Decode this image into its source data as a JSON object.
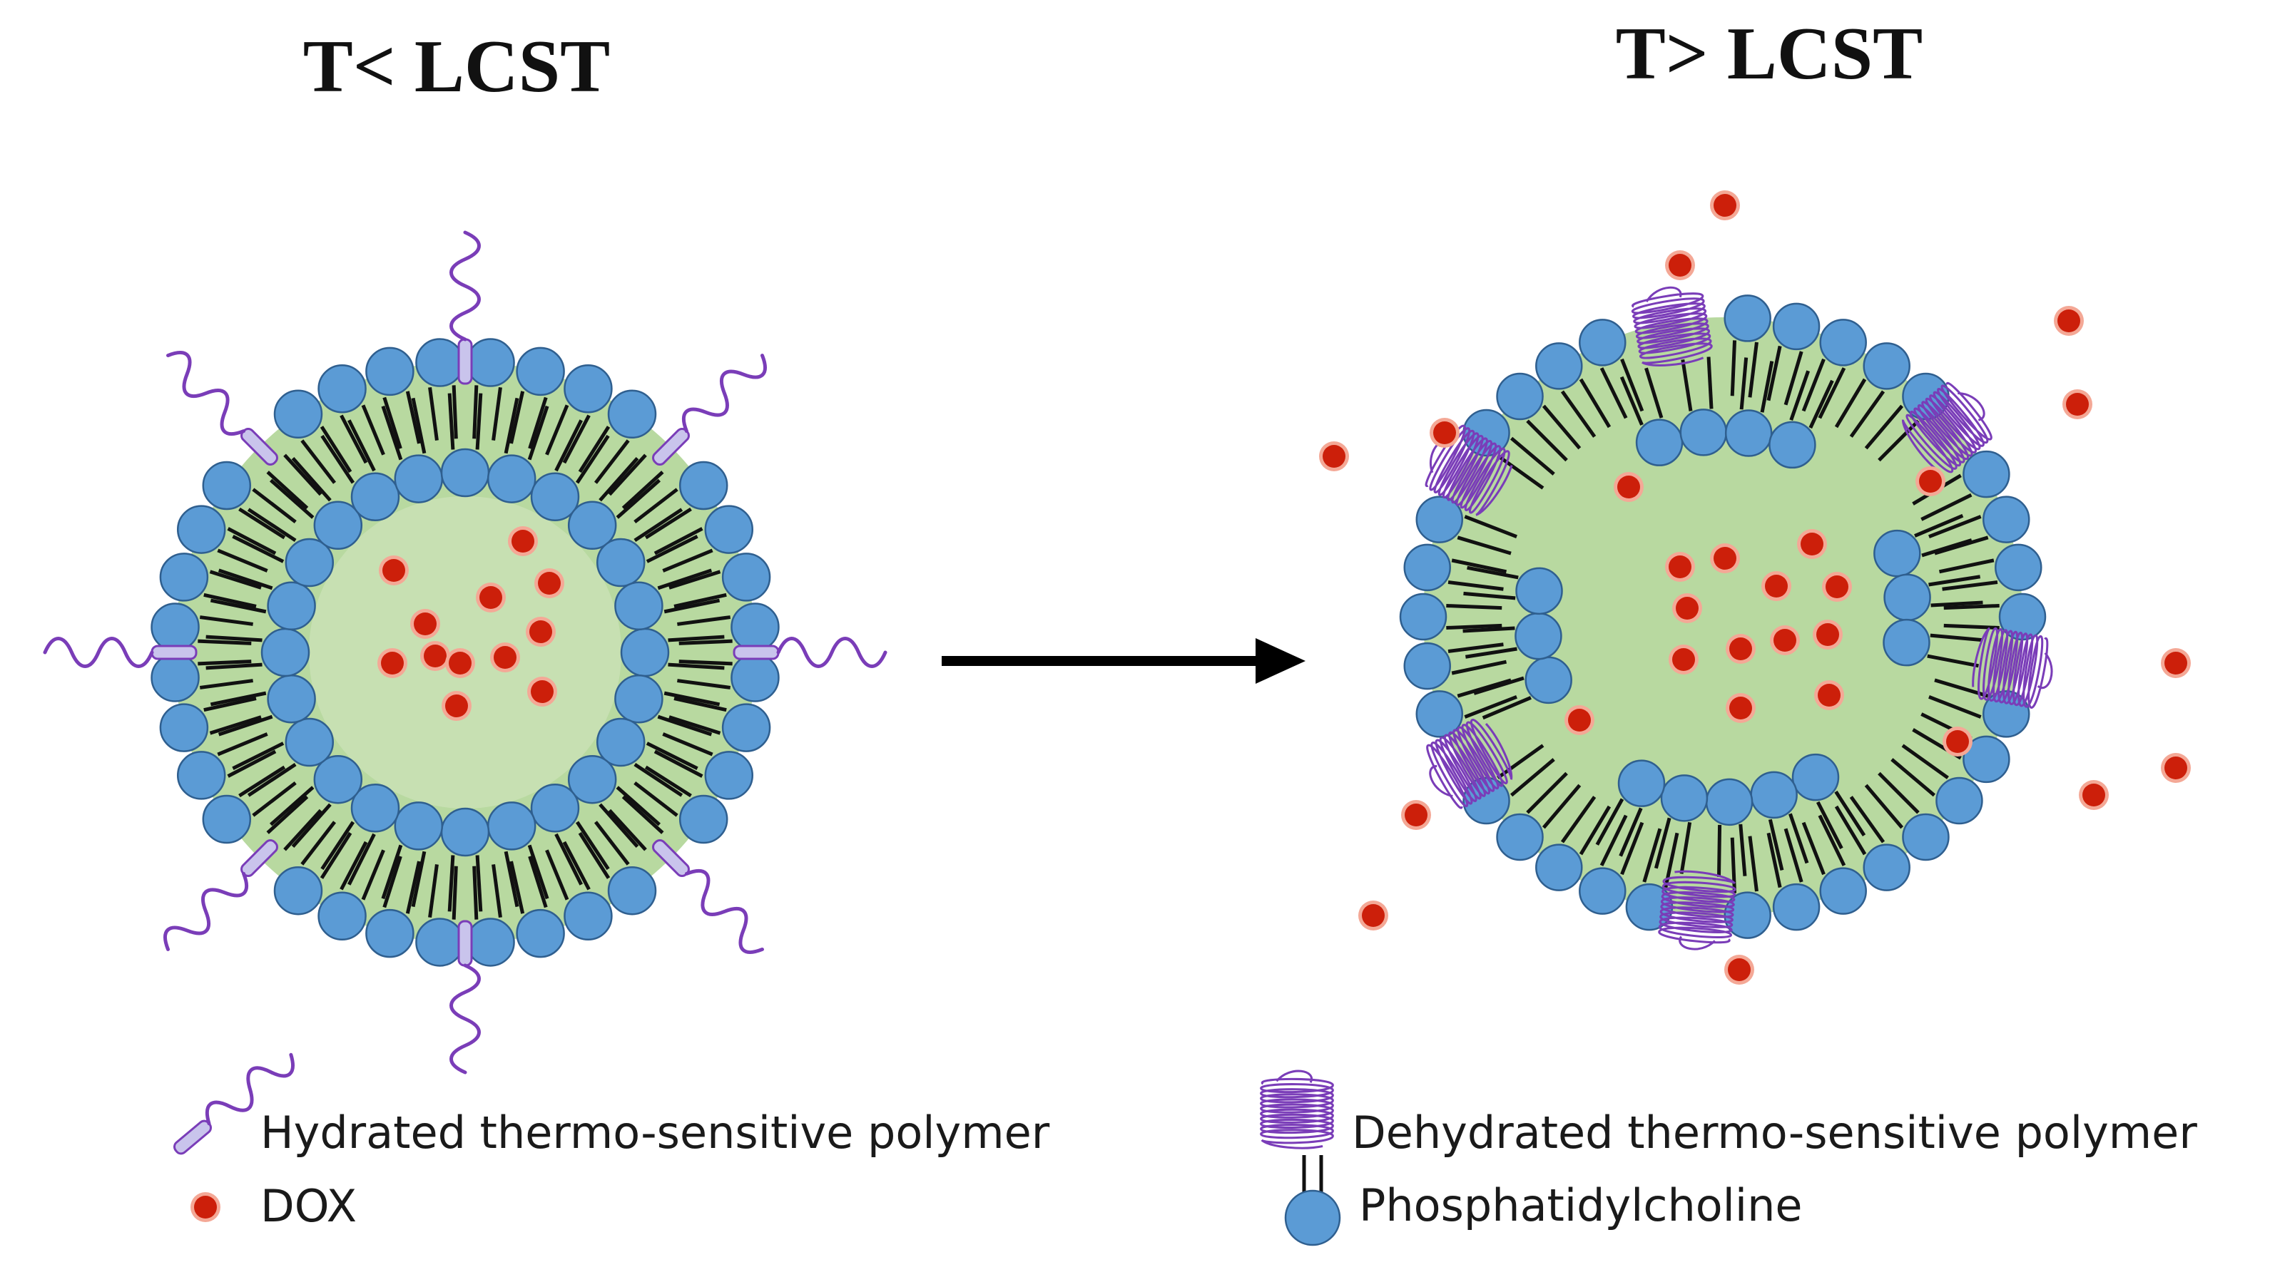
{
  "titles": {
    "left": "T< LCST",
    "right": "T> LCST"
  },
  "legend": {
    "hydrated": "Hydrated thermo-sensitive polymer",
    "dox": "DOX",
    "dehydrated": "Dehydrated thermo-sensitive polymer",
    "pc": "Phosphatidylcholine"
  },
  "colors": {
    "head_fill": "#5b9bd5",
    "head_stroke": "#2f5f8f",
    "core": "#b8d9a0",
    "core_inner": "#c7e0b2",
    "tail": "#111111",
    "dox": "#cc1f0a",
    "dox_halo": "#f4a896",
    "polymer": "#7a3db8",
    "anchor_fill": "#c9c4ec",
    "arrow": "#000000"
  },
  "icons": {
    "arrow": "right-arrow-icon",
    "hydrated": "hydrated-polymer-icon",
    "dehydrated": "dehydrated-polymer-icon",
    "dox": "dox-dot-icon",
    "pc": "phosphatidylcholine-icon"
  }
}
